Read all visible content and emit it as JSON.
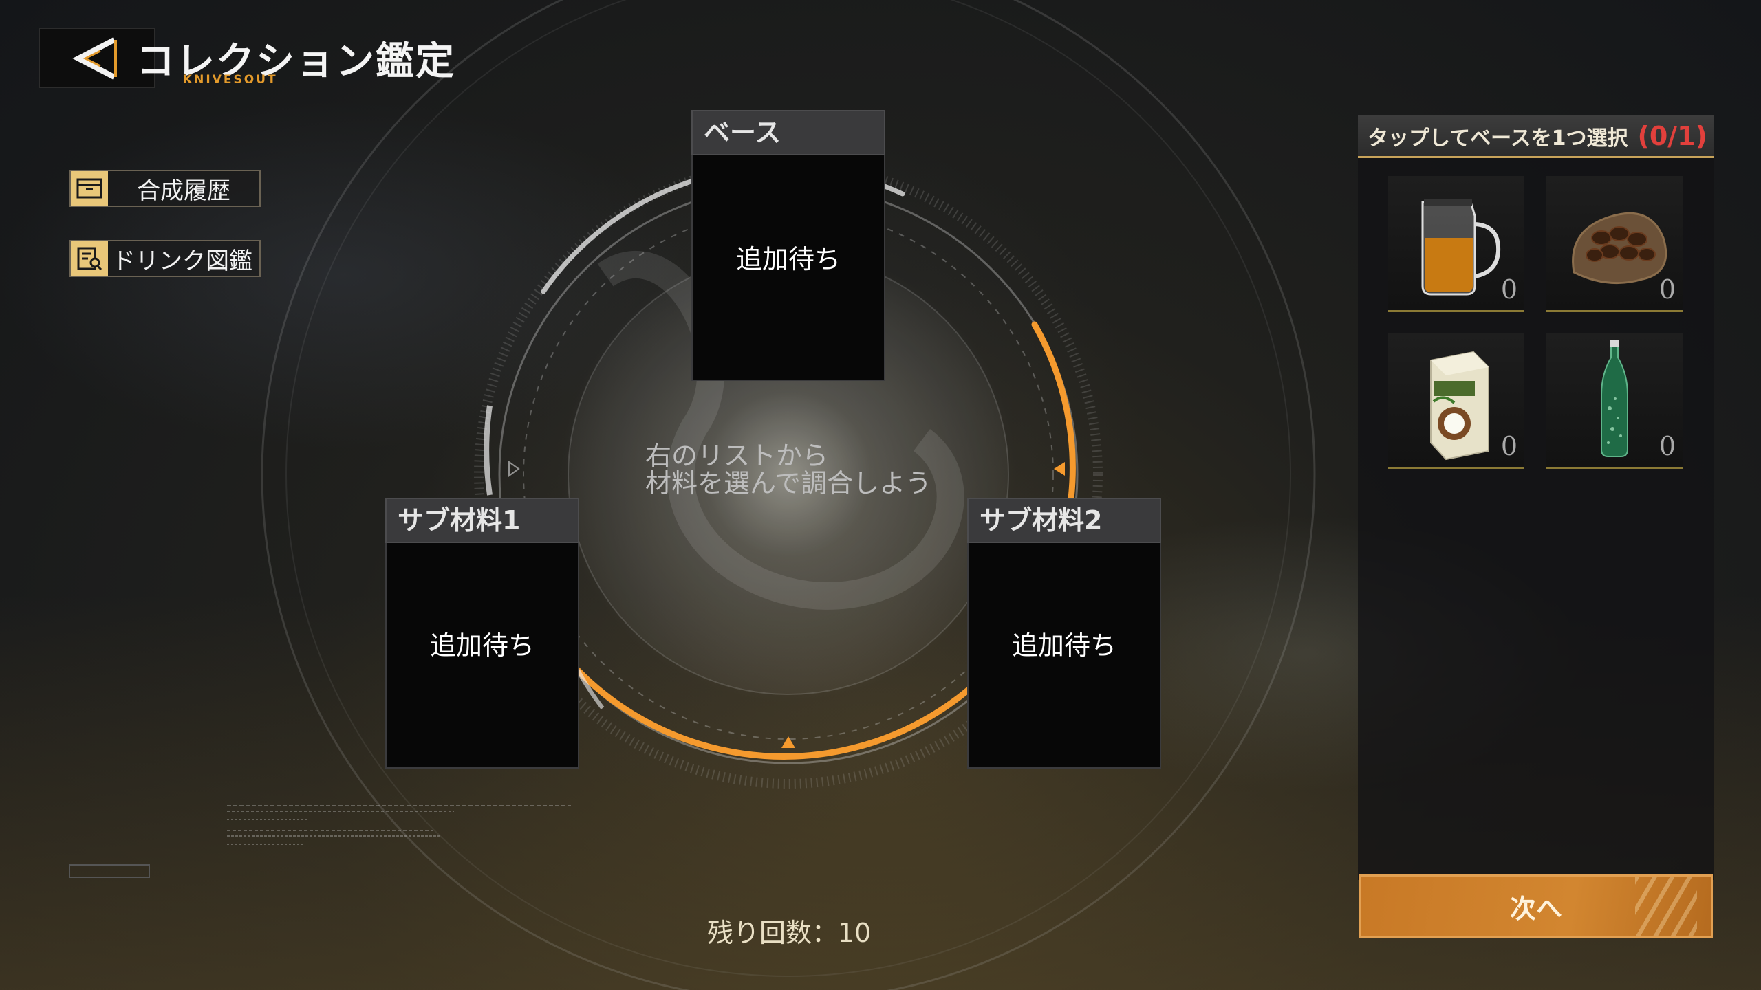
{
  "header": {
    "title": "コレクション鑑定",
    "brand": "KNIVESOUT"
  },
  "menu": {
    "history_label": "合成履歴",
    "encyclopedia_label": "ドリンク図鑑"
  },
  "slots": {
    "base": {
      "label": "ベース",
      "status": "追加待ち"
    },
    "sub1": {
      "label": "サブ材料1",
      "status": "追加待ち"
    },
    "sub2": {
      "label": "サブ材料2",
      "status": "追加待ち"
    }
  },
  "hint": {
    "line1": "右のリストから",
    "line2": "材料を選んで調合しよう"
  },
  "remaining_label": "残り回数：10",
  "panel": {
    "title": "タップしてベースを1つ選択",
    "selection_count": "(0/1)",
    "items": [
      {
        "icon": "tea-pitcher-icon",
        "count": "0"
      },
      {
        "icon": "coffee-beans-sack-icon",
        "count": "0"
      },
      {
        "icon": "coconut-milk-carton-icon",
        "count": "0"
      },
      {
        "icon": "sparkling-water-bottle-icon",
        "count": "0"
      }
    ],
    "next_label": "次へ"
  },
  "colors": {
    "accent_orange": "#f59a2e",
    "menu_gold": "#e9c779",
    "counter_red": "#e2403c",
    "button_orange": "#c87926"
  }
}
